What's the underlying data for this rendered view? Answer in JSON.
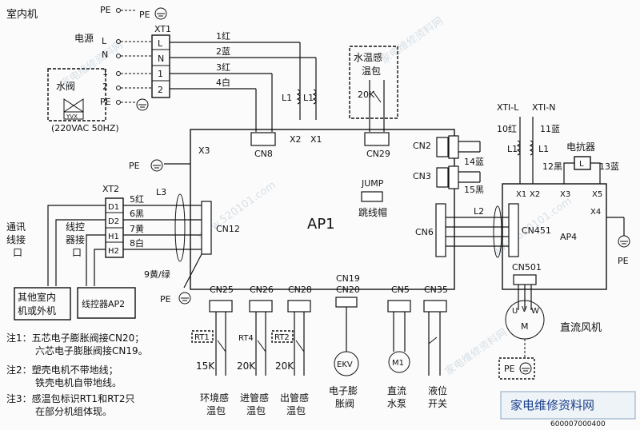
{
  "indoor_unit": "室内机",
  "pe": "PE",
  "power": {
    "label": "电源",
    "L": "L",
    "N": "N",
    "t1": "1",
    "t2": "2"
  },
  "valve": {
    "name": "水阀",
    "yvx": "YVX",
    "rating": "(220VAC 50HZ)"
  },
  "xt1": {
    "name": "XT1",
    "pins": [
      "L",
      "N",
      "1",
      "2"
    ]
  },
  "wires_xt1": [
    "1红",
    "2蓝",
    "3红",
    "4白"
  ],
  "filters_top": {
    "l1a": "L1",
    "l1b": "L1",
    "x2": "X2",
    "x1": "X1"
  },
  "water_sensor": {
    "title_l1": "水温感",
    "title_l2": "温包",
    "value": "20K"
  },
  "connectors": {
    "cn8": "CN8",
    "cn29": "CN29",
    "cn2": "CN2",
    "cn3": "CN3",
    "cn12": "CN12",
    "cn6": "CN6",
    "cn451": "CN451",
    "cn501": "CN501",
    "cn25": "CN25",
    "cn26": "CN26",
    "cn28": "CN28",
    "cn19": "CN19",
    "cn20": "CN20",
    "cn5": "CN5",
    "cn35": "CN35",
    "x3": "X3"
  },
  "ap1": {
    "name": "AP1",
    "jump": "JUMP",
    "jump_cap": "跳线帽"
  },
  "cn_wires": {
    "w14": "14蓝",
    "w15": "15黑"
  },
  "xt2": {
    "name": "XT2",
    "pins": [
      "D1",
      "D2",
      "H1",
      "H2"
    ],
    "wires": [
      "5红",
      "6黑",
      "7黄",
      "8白"
    ],
    "l3": "L3",
    "ground": "9黄/绿"
  },
  "comm": {
    "label_l1": "通讯",
    "label_l2": "线接",
    "label_l3": "口",
    "wired_l1": "线控",
    "wired_l2": "器接",
    "wired_l3": "口",
    "other_l1": "其他室内",
    "other_l2": "机或外机",
    "controller": "线控器AP2"
  },
  "ap4": {
    "name": "AP4",
    "xtl": "XTI-L",
    "xtn": "XTI-N",
    "w10": "10红",
    "w11": "11蓝",
    "l1a": "L1",
    "l1b": "L1",
    "reactor": "电抗器",
    "reactor_l": "L",
    "w12": "12黑",
    "w13": "13蓝",
    "x1": "X1",
    "x2": "X2",
    "x3": "X3",
    "x5": "X5",
    "x4": "X4",
    "l2": "L2"
  },
  "fan": {
    "u": "U",
    "v": "V",
    "w": "W",
    "m": "M",
    "label": "直流风机"
  },
  "sensors": {
    "rt1": "RT1",
    "rt1_val": "15K",
    "rt1_l1": "环境感",
    "rt1_l2": "温包",
    "rt4": "RT4",
    "rt4_val": "20K",
    "rt4_l1": "进管感",
    "rt4_l2": "温包",
    "rt2": "RT2",
    "rt2_val": "20K",
    "rt2_l1": "出管感",
    "rt2_l2": "温包",
    "ekv": "EKV",
    "ekv_l1": "电子膨",
    "ekv_l2": "胀阀",
    "m1": "M1",
    "pump_l1": "直流",
    "pump_l2": "水泵",
    "level_l1": "液位",
    "level_l2": "开关"
  },
  "notes": [
    "注1：五芯电子膨胀阀接CN20；",
    "六芯电子膨胀阀接CN19。",
    "注2：塑壳电机不带地线；",
    "铁壳电机自带地线。",
    "注3：感温包标识RT1和RT2只",
    "在部分机组体现。"
  ],
  "doc_code": "600007000400",
  "watermarks": [
    "家电维修资料网",
    "www.520101.com"
  ],
  "logo_text": "家电维修资料网"
}
